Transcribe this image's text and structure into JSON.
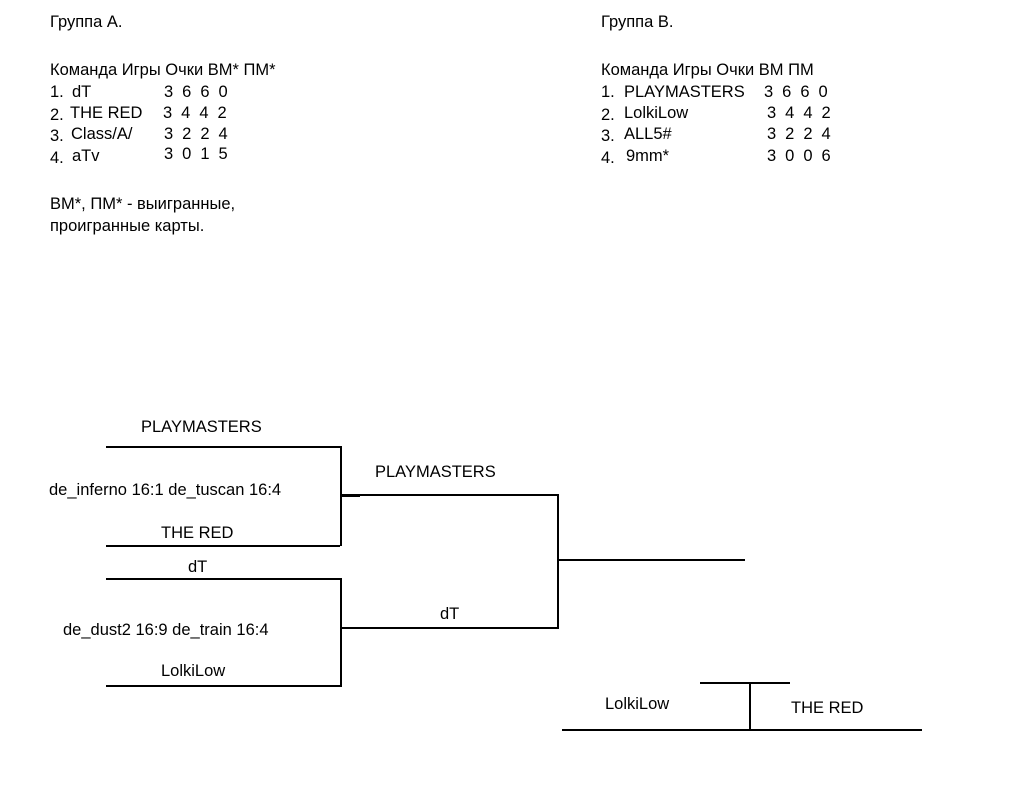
{
  "groups": [
    {
      "title": "Группа А.",
      "header": "Команда Игры Очки ВМ* ПМ*",
      "rows": [
        {
          "rank": "1.",
          "team": "dT",
          "stats": "3 6 6 0"
        },
        {
          "rank": "2.",
          "team": "THE RED",
          "stats": "3 4 4 2"
        },
        {
          "rank": "3.",
          "team": "Class/A/",
          "stats": "3 2 2 4"
        },
        {
          "rank": "4.",
          "team": "aTv",
          "stats": "3 0 1 5"
        }
      ]
    },
    {
      "title": "Группа В.",
      "header": "Команда Игры Очки ВМ ПМ",
      "rows": [
        {
          "rank": "1.",
          "team": "PLAYMASTERS",
          "stats": "3 6 6 0"
        },
        {
          "rank": "2.",
          "team": "LolkiLow",
          "stats": "3 4 4 2"
        },
        {
          "rank": "3.",
          "team": "ALL5#",
          "stats": "3 2 2 4"
        },
        {
          "rank": "4.",
          "team": "9mm*",
          "stats": "3 0 0 6"
        }
      ]
    }
  ],
  "footnote": {
    "line1": "ВМ*, ПМ* - выигранные,",
    "line2": "проигранные карты."
  },
  "bracket": {
    "quarter_top": {
      "top_team": "PLAYMASTERS",
      "scores": "de_inferno 16:1 de_tuscan 16:4",
      "bottom_team": "THE RED"
    },
    "quarter_bottom": {
      "top_team": "dT",
      "scores": "de_dust2 16:9 de_train 16:4",
      "bottom_team": "LolkiLow"
    },
    "semi": {
      "top_team": "PLAYMASTERS",
      "bottom_team": "dT"
    },
    "third_place": {
      "left_team": "LolkiLow",
      "right_team": "THE RED"
    }
  }
}
